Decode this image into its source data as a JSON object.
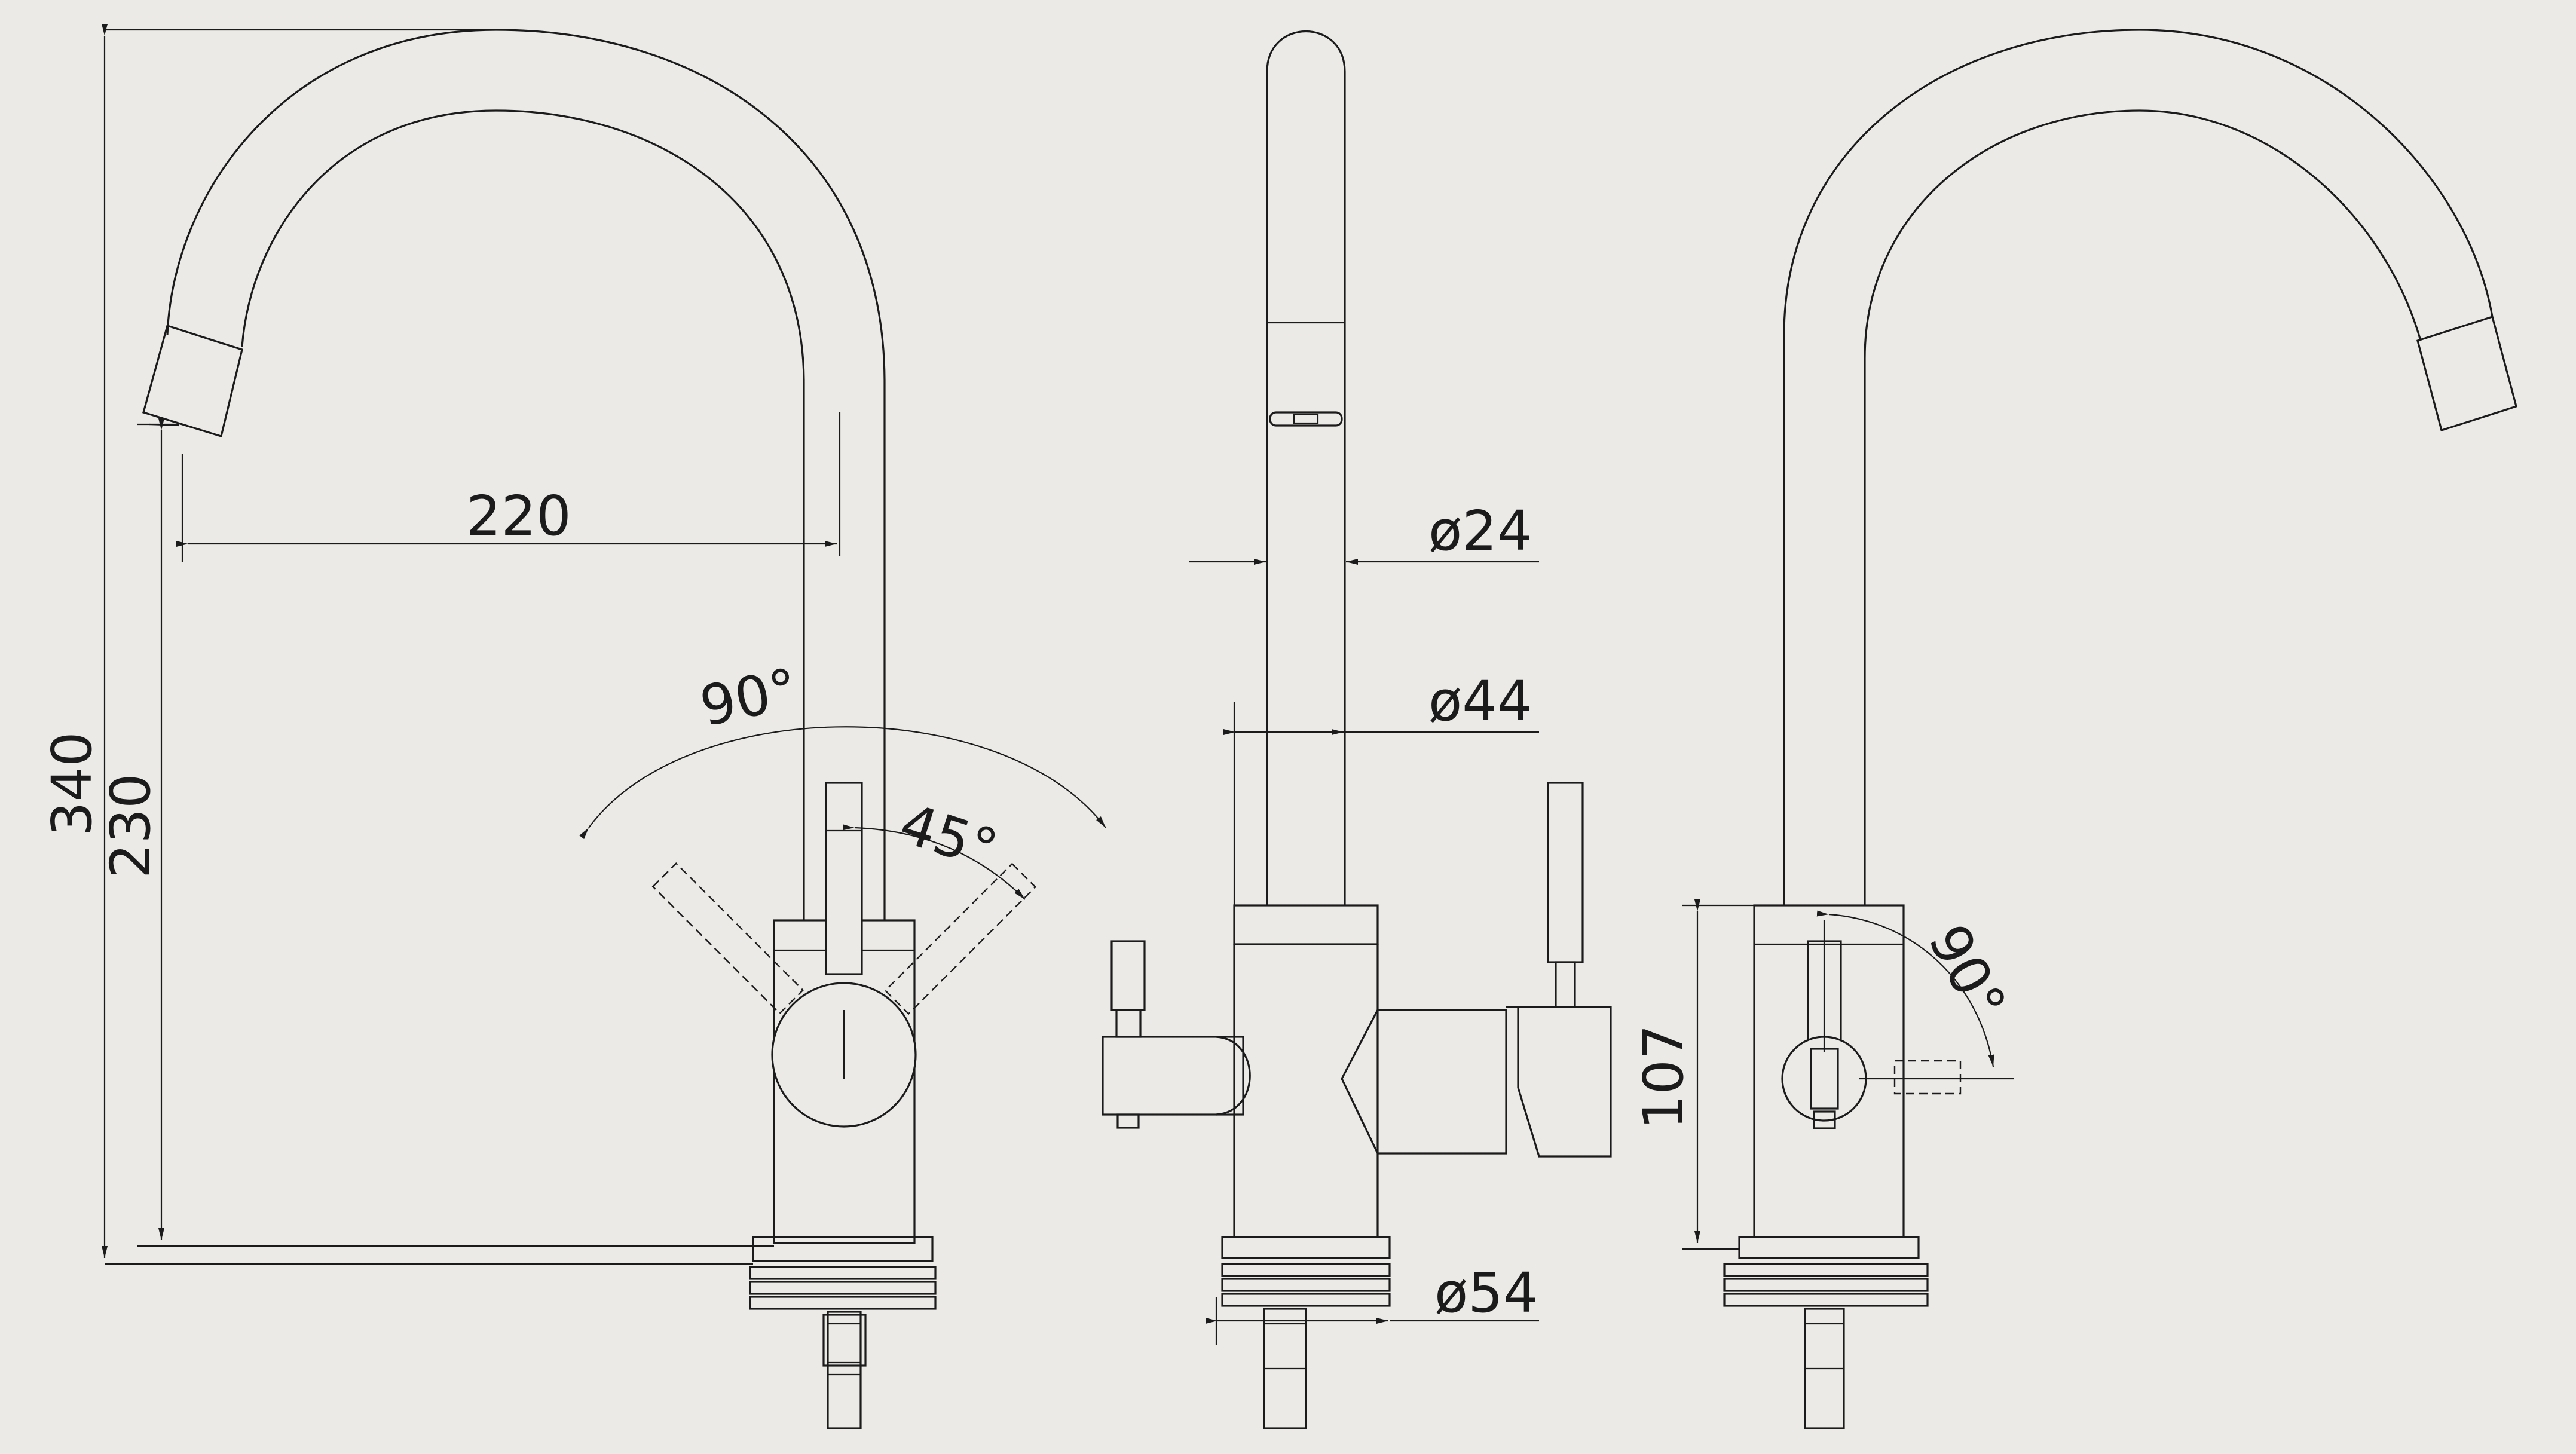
{
  "colors": {
    "paper": "#eceae7",
    "ink": "#1b1b1b"
  },
  "dimensions": {
    "height_total": "340",
    "height_outlet": "230",
    "reach": "220",
    "swivel_angle": "90°",
    "lever_angle": "45°",
    "spout_diameter": "ø24",
    "body_diameter": "ø44",
    "base_diameter": "ø54",
    "body_height": "107",
    "side_lever_angle": "90°"
  }
}
